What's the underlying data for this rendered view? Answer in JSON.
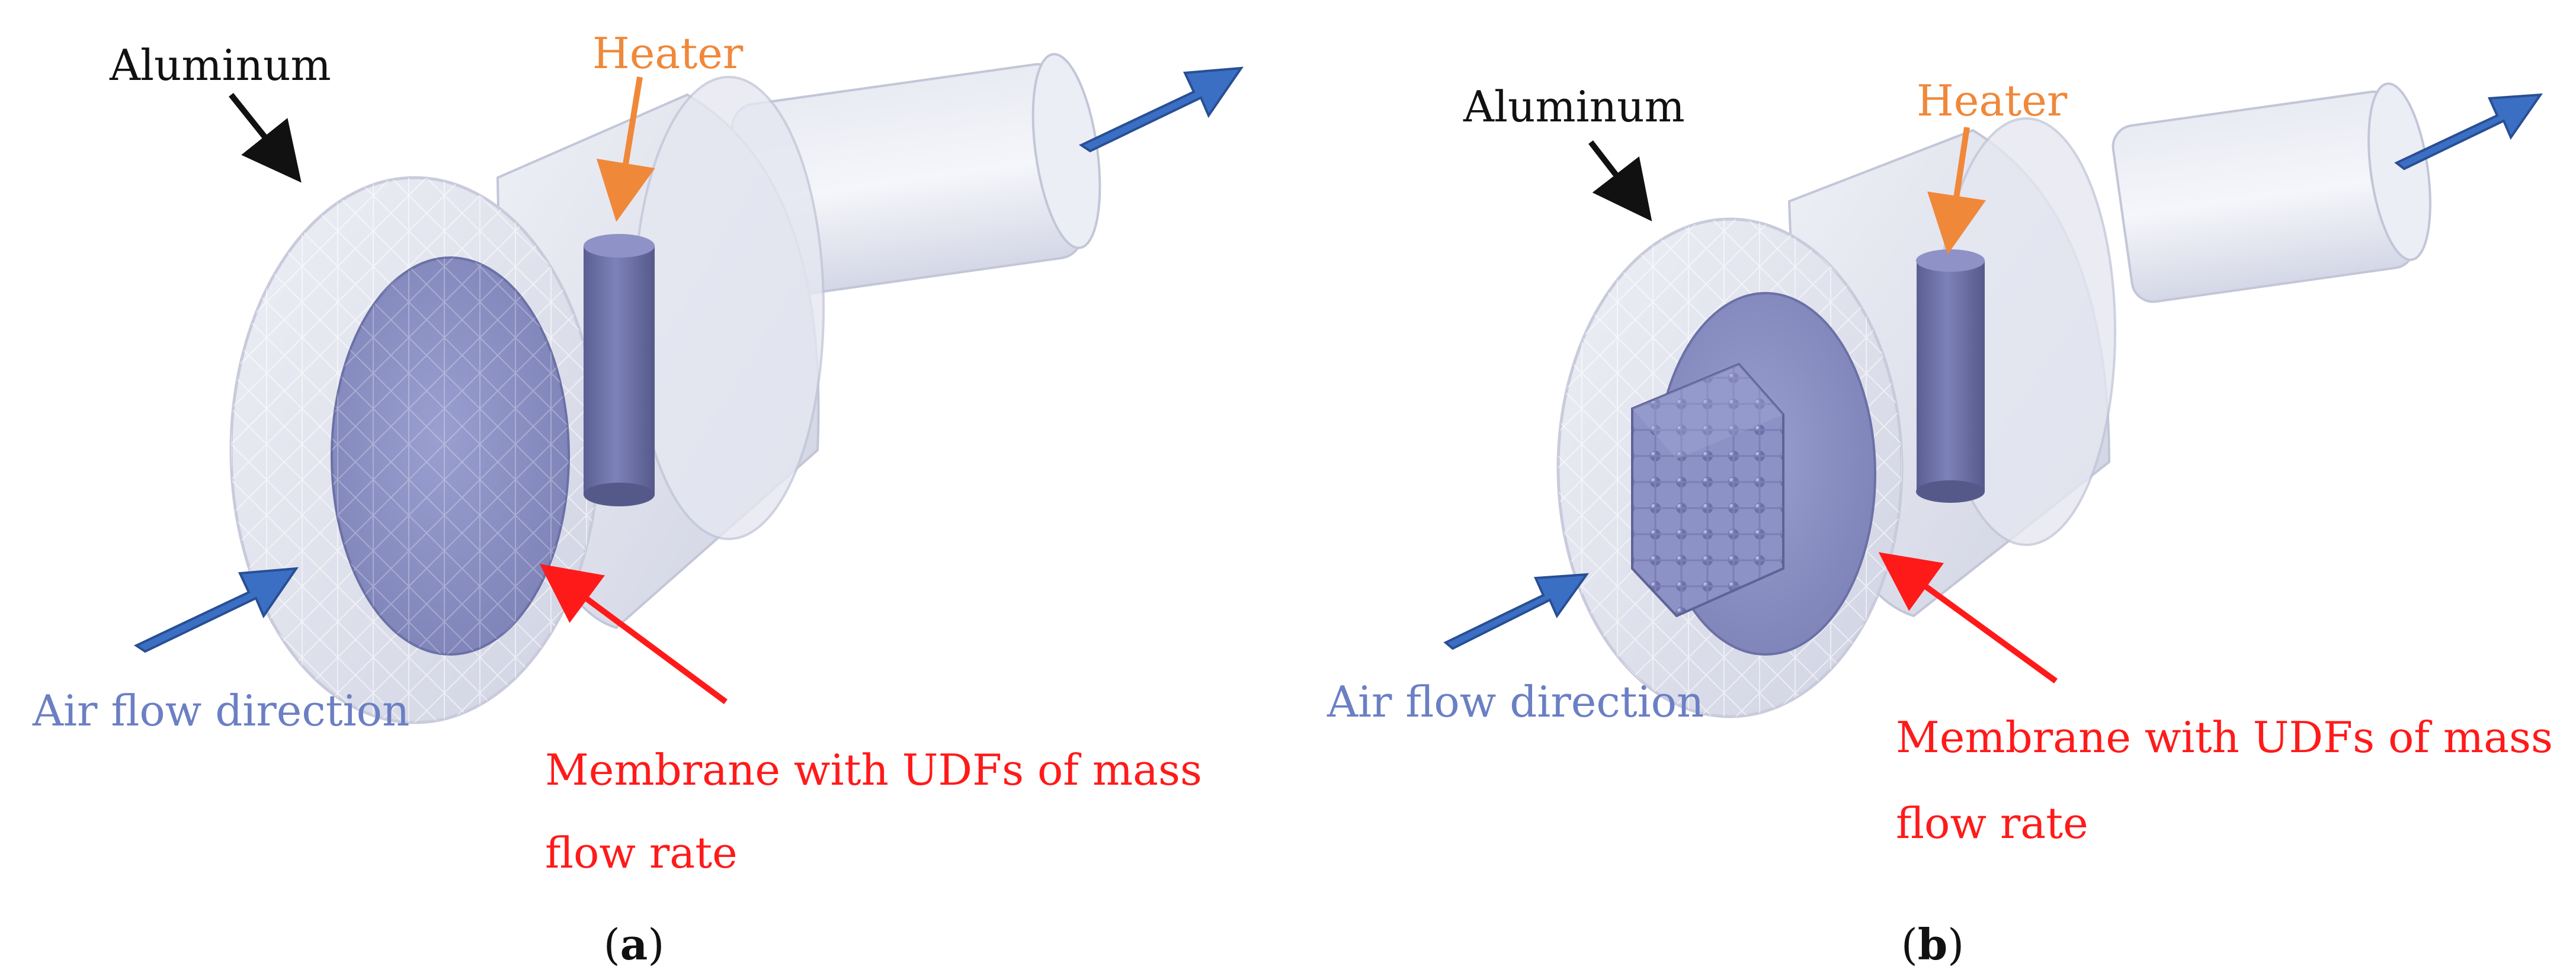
{
  "panels": [
    {
      "id": "a",
      "labels": {
        "material": "Aluminum",
        "heater": "Heater",
        "airflow": "Air flow direction",
        "membrane_line1": "Membrane with UDFs of mass",
        "membrane_line2": "flow rate"
      },
      "caption_open": "(",
      "caption_letter": "a",
      "caption_close": ")",
      "has_lattice": false
    },
    {
      "id": "b",
      "labels": {
        "material": "Aluminum",
        "heater": "Heater",
        "airflow": "Air flow direction",
        "membrane_line1": "Membrane with UDFs of mass",
        "membrane_line2": "flow rate"
      },
      "caption_open": "(",
      "caption_letter": "b",
      "caption_close": ")",
      "has_lattice": true
    }
  ],
  "colors": {
    "black_label": "#111111",
    "heater_label": "#f0883a",
    "airflow_label": "#6b7fc4",
    "membrane_label": "#ff1a1a",
    "flow_arrow": "#3b6fc4",
    "membrane_fill": "#8a8fc2",
    "heater_fill": "#6e72a8",
    "housing": "#d9dbe8"
  }
}
